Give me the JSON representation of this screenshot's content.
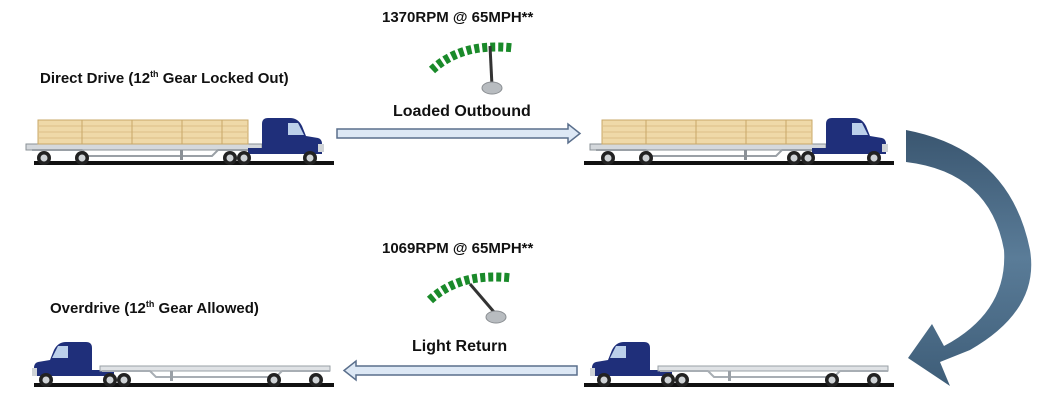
{
  "top": {
    "mode_prefix": "Direct Drive (12",
    "mode_sup": "th",
    "mode_suffix": " Gear Locked Out)",
    "rpm": "1370RPM @ 65MPH**",
    "trip": "Loaded Outbound"
  },
  "bottom": {
    "mode_prefix": "Overdrive (12",
    "mode_sup": "th",
    "mode_suffix": " Gear Allowed)",
    "rpm": "1069RPM @ 65MPH**",
    "trip": "Light Return"
  },
  "colors": {
    "cab": "#1f2f7a",
    "gauge_green": "#1a8a2a",
    "arrow_fill": "#dde8f5",
    "arrow_stroke": "#5a6f8c",
    "curve": "#4d6e8a",
    "lumber": "#efd9a8"
  },
  "icons": [
    "truck-loaded-icon",
    "truck-empty-icon",
    "rpm-gauge-icon",
    "direction-arrow-icon",
    "return-curve-arrow-icon"
  ]
}
